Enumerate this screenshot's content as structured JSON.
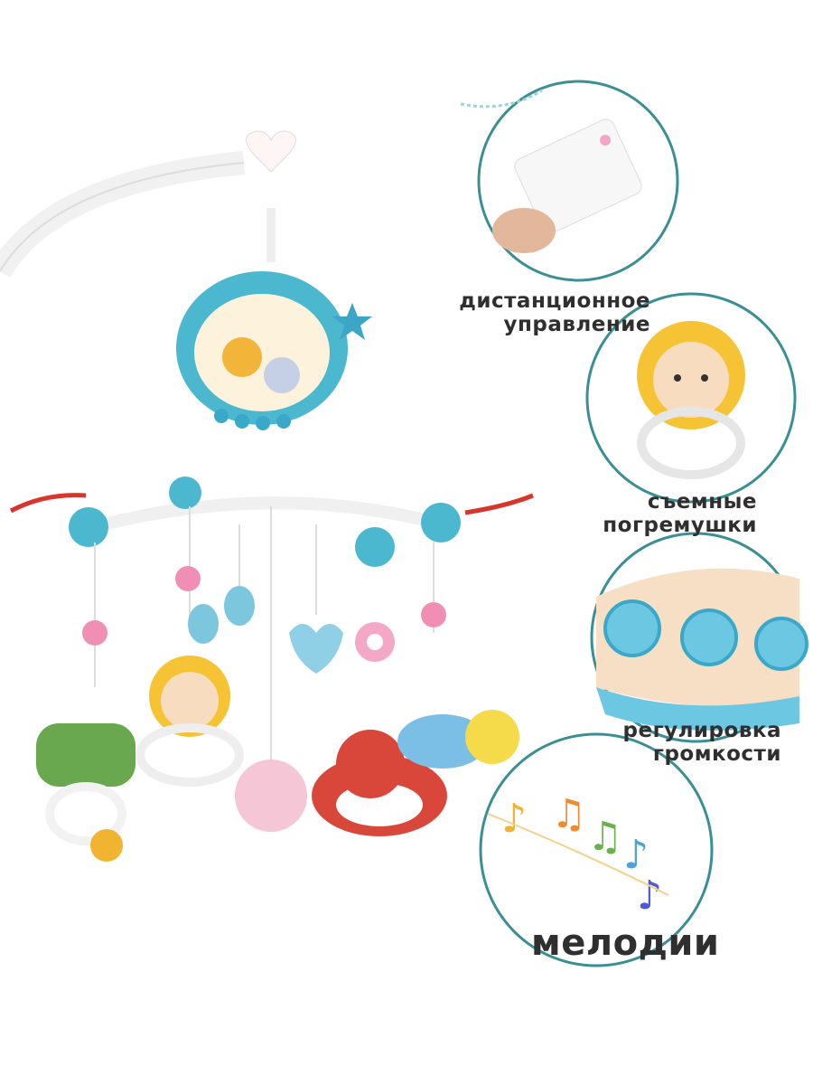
{
  "features": [
    {
      "lines": [
        "дистанционное",
        "управление"
      ],
      "icon": "remote-control"
    },
    {
      "lines": [
        "съемные",
        "погремушки"
      ],
      "icon": "lion-rattle"
    },
    {
      "lines": [
        "регулировка",
        "громкости"
      ],
      "icon": "volume-buttons"
    },
    {
      "lines": [
        "мелодии"
      ],
      "icon": "music-notes"
    }
  ],
  "colors": {
    "teal": "#4bb8d0",
    "circle_border": "#3a8f95",
    "text": "#2f2f2f",
    "arrow": "#d9362b"
  }
}
